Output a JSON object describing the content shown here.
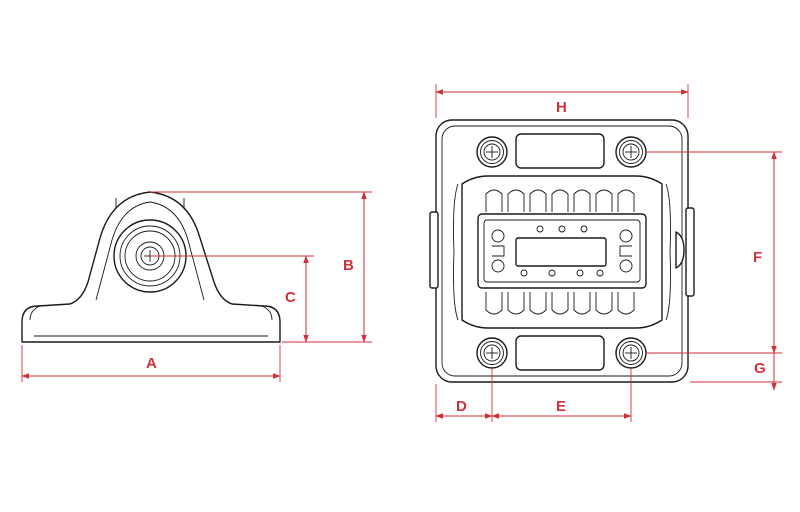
{
  "colors": {
    "dimension": "#d0323a",
    "outline": "#1a1a1a",
    "background": "#ffffff"
  },
  "dimensions": {
    "a": "A",
    "b": "B",
    "c": "C",
    "d": "D",
    "e": "E",
    "f": "F",
    "g": "G",
    "h": "H"
  }
}
